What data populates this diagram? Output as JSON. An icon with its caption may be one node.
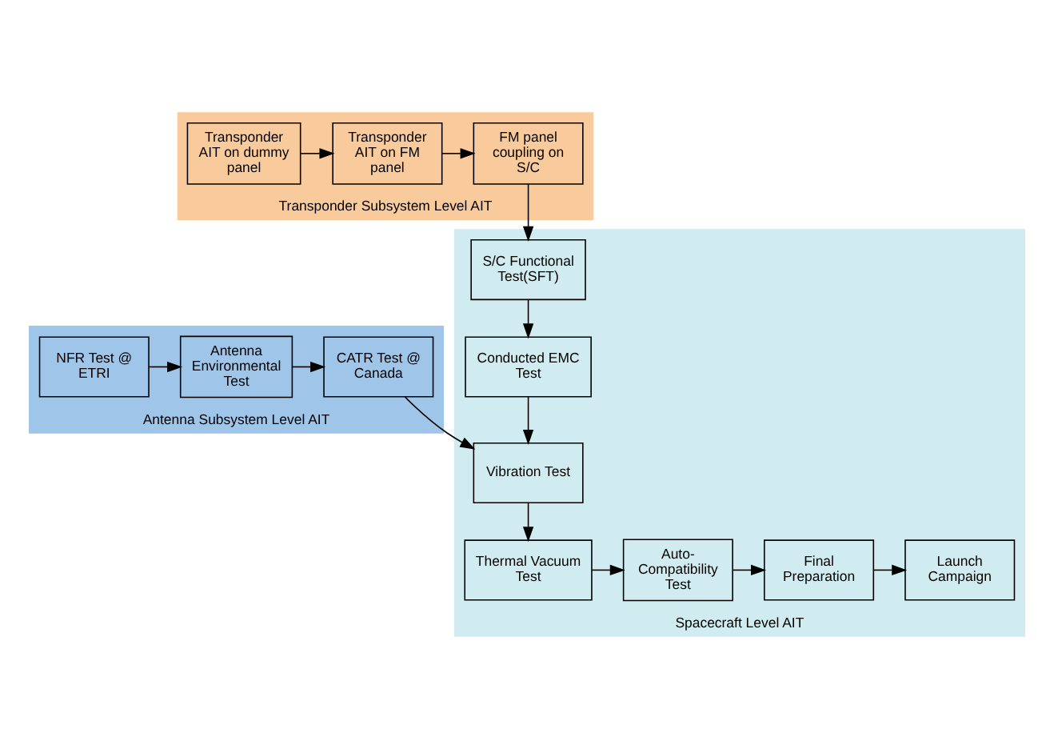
{
  "diagram": {
    "nodes": [
      {
        "text": [
          "Spacecraft Level AIT"
        ]
      },
      {
        "text": [
          "Transponder Subsystem Level AIT"
        ]
      },
      {
        "text": [
          "Transponder AIT on dummy panel"
        ],
        "in": 1
      },
      {
        "text": [
          "Transponder AIT on FM panel"
        ],
        "in": 1
      },
      {
        "text": [
          "FM panel coupling on S/C"
        ],
        "in": 1
      },
      {
        "text": [
          "S/C Functional Test(SFT)"
        ],
        "in": 0
      },
      {
        "text": [
          "Conducted EMC Test"
        ],
        "in": 0
      },
      {
        "text": [
          "Antenna Subsystem Level AIT"
        ]
      },
      {
        "text": [
          "NFR Test @ ETRI"
        ],
        "in": 7
      },
      {
        "text": [
          "Antenna Environmental Test"
        ],
        "in": 7
      },
      {
        "text": [
          "CATR Test @ Canada"
        ],
        "in": 7
      },
      {
        "text": [
          "Vibration Test"
        ],
        "in": 0
      },
      {
        "text": [
          "Thermal Vacuum Test"
        ],
        "in": 0
      },
      {
        "text": [
          "Auto-Compatibility Test"
        ],
        "in": 0
      },
      {
        "text": [
          "Final Preparation"
        ],
        "in": 0
      },
      {
        "text": [
          "Launch Campaign"
        ],
        "in": 0
      }
    ],
    "edges": [
      {
        "from": 2,
        "to": 3,
        "arrow": "to"
      },
      {
        "from": 3,
        "to": 4,
        "arrow": "to"
      },
      {
        "from": 4,
        "to": 5,
        "arrow": "to"
      },
      {
        "from": 5,
        "to": 6,
        "arrow": "to"
      },
      {
        "from": 8,
        "to": 9,
        "arrow": "to"
      },
      {
        "from": 9,
        "to": 10,
        "arrow": "to"
      },
      {
        "from": 10,
        "to": 11,
        "arrow": "to"
      },
      {
        "from": 6,
        "to": 11,
        "arrow": "to"
      },
      {
        "from": 11,
        "to": 12,
        "arrow": "to"
      },
      {
        "from": 12,
        "to": 13,
        "arrow": "to"
      },
      {
        "from": 13,
        "to": 14,
        "arrow": "to"
      },
      {
        "from": 14,
        "to": 15,
        "arrow": "to"
      }
    ]
  }
}
